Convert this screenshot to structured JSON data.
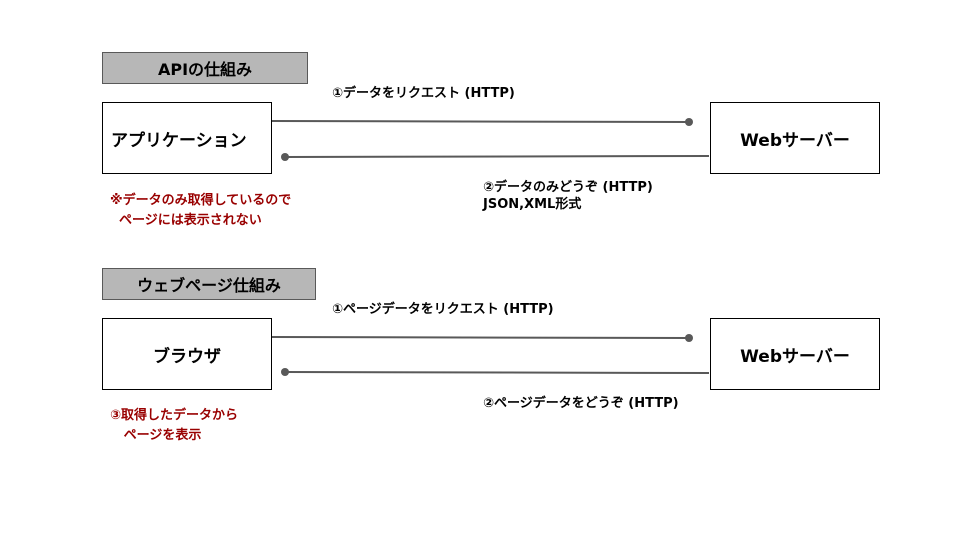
{
  "colors": {
    "header_bg": "#b7b7b7",
    "header_border": "#595959",
    "arrow": "#595959",
    "note_text": "#990000"
  },
  "api_section": {
    "header": "APIの仕組み",
    "client_box": "アプリケーション",
    "server_box": "Webサーバー",
    "request_label": "①データをリクエスト (HTTP)",
    "response_label_line1": "②データのみどうぞ  (HTTP)",
    "response_label_line2": "JSON,XML形式",
    "note": "※データのみ取得しているので\n  ページには表示されない"
  },
  "web_section": {
    "header": "ウェブページ仕組み",
    "client_box": "ブラウザ",
    "server_box": "Webサーバー",
    "request_label": "①ページデータをリクエスト (HTTP)",
    "response_label": "②ページデータをどうぞ  (HTTP)",
    "note": "③取得したデータから\n   ページを表示"
  }
}
